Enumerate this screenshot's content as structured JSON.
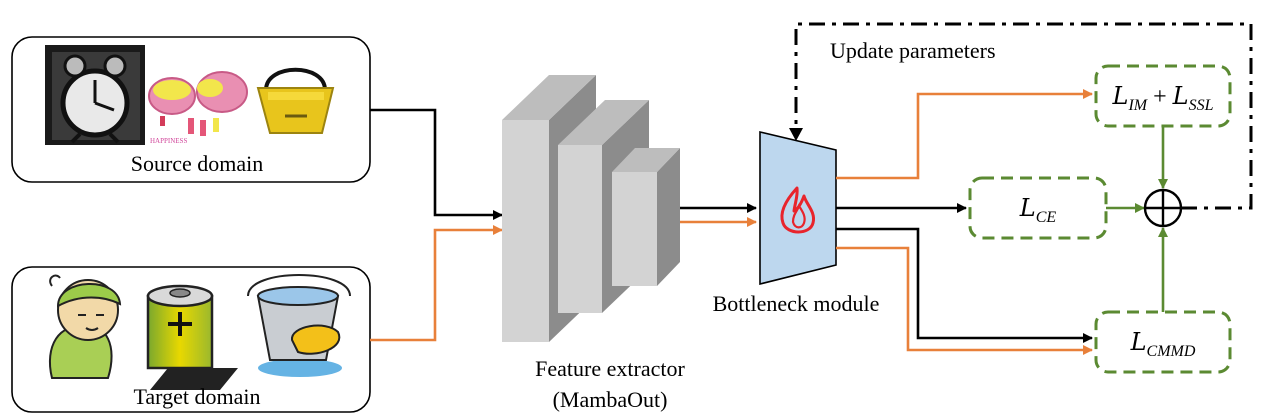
{
  "source_panel": {
    "label": "Source domain"
  },
  "target_panel": {
    "label": "Target domain"
  },
  "feature_extractor": {
    "label": "Feature extractor",
    "sublabel": "(MambaOut)"
  },
  "bottleneck": {
    "label": "Bottleneck module",
    "icon": "flame-icon"
  },
  "update_label": "Update parameters",
  "losses": {
    "im_ssl": {
      "l1": "L",
      "s1": "IM",
      "plus": "+",
      "l2": "L",
      "s2": "SSL"
    },
    "ce": {
      "l": "L",
      "s": "CE"
    },
    "cmmd": {
      "l": "L",
      "s": "CMMD"
    }
  },
  "colors": {
    "source_arrow": "#000000",
    "target_arrow": "#E8803A",
    "loss_border": "#5B8A32",
    "block_face": "#D3D3D3",
    "bottleneck_fill": "#BDD7EE",
    "flame": "#E8242C"
  }
}
